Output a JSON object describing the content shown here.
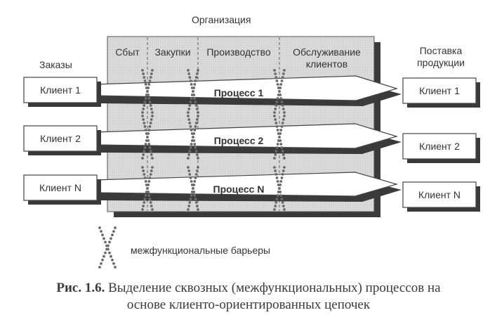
{
  "organization_label": "Организация",
  "orders_label": "Заказы",
  "delivery_label_line1": "Поставка",
  "delivery_label_line2": "продукции",
  "departments": [
    {
      "label": "Сбыт"
    },
    {
      "label": "Закупки"
    },
    {
      "label": "Производство"
    },
    {
      "label": "Обслуживание",
      "label2": "клиентов"
    }
  ],
  "rows": [
    {
      "client_in": "Клиент 1",
      "process": "Процесс 1",
      "client_out": "Клиент 1"
    },
    {
      "client_in": "Клиент 2",
      "process": "Процесс 2",
      "client_out": "Клиент 2"
    },
    {
      "client_in": "Клиент N",
      "process": "Процесс N",
      "client_out": "Клиент N"
    }
  ],
  "legend_label": "межфункциональные барьеры",
  "caption_prefix": "Рис. 1.6.",
  "caption_line1": "Выделение сквозных (межфункциональных) процессов на",
  "caption_line2": "основе клиенто-ориентированных цепочек"
}
